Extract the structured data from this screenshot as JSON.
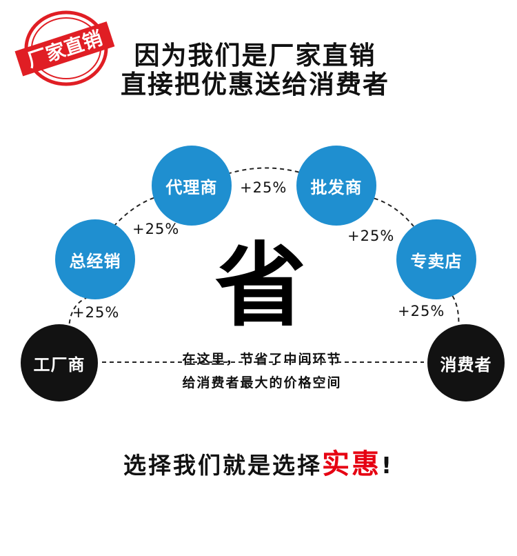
{
  "stamp": {
    "text": "厂家直销",
    "color": "#e01e24"
  },
  "headline": {
    "line1": "因为我们是厂家直销",
    "line2": "直接把优惠送给消费者"
  },
  "nodes": {
    "factory": "工厂商",
    "distributor": "总经销",
    "agent": "代理商",
    "wholesaler": "批发商",
    "store": "专卖店",
    "consumer": "消费者"
  },
  "markups": {
    "distributor_to_factory": "+25%",
    "agent_to_distributor": "+25%",
    "agent_to_wholesaler": "+25%",
    "wholesaler_to_store": "+25%",
    "store_to_consumer": "+25%"
  },
  "center": {
    "big_char": "省",
    "line1": "在这里，节省了中间环节",
    "line2": "给消费者最大的价格空间"
  },
  "bottom": {
    "prefix": "选择我们就是选择",
    "highlight": "实惠",
    "suffix": "!"
  },
  "colors": {
    "blue": "#1f8fd0",
    "black": "#121212",
    "red": "#e60012"
  }
}
